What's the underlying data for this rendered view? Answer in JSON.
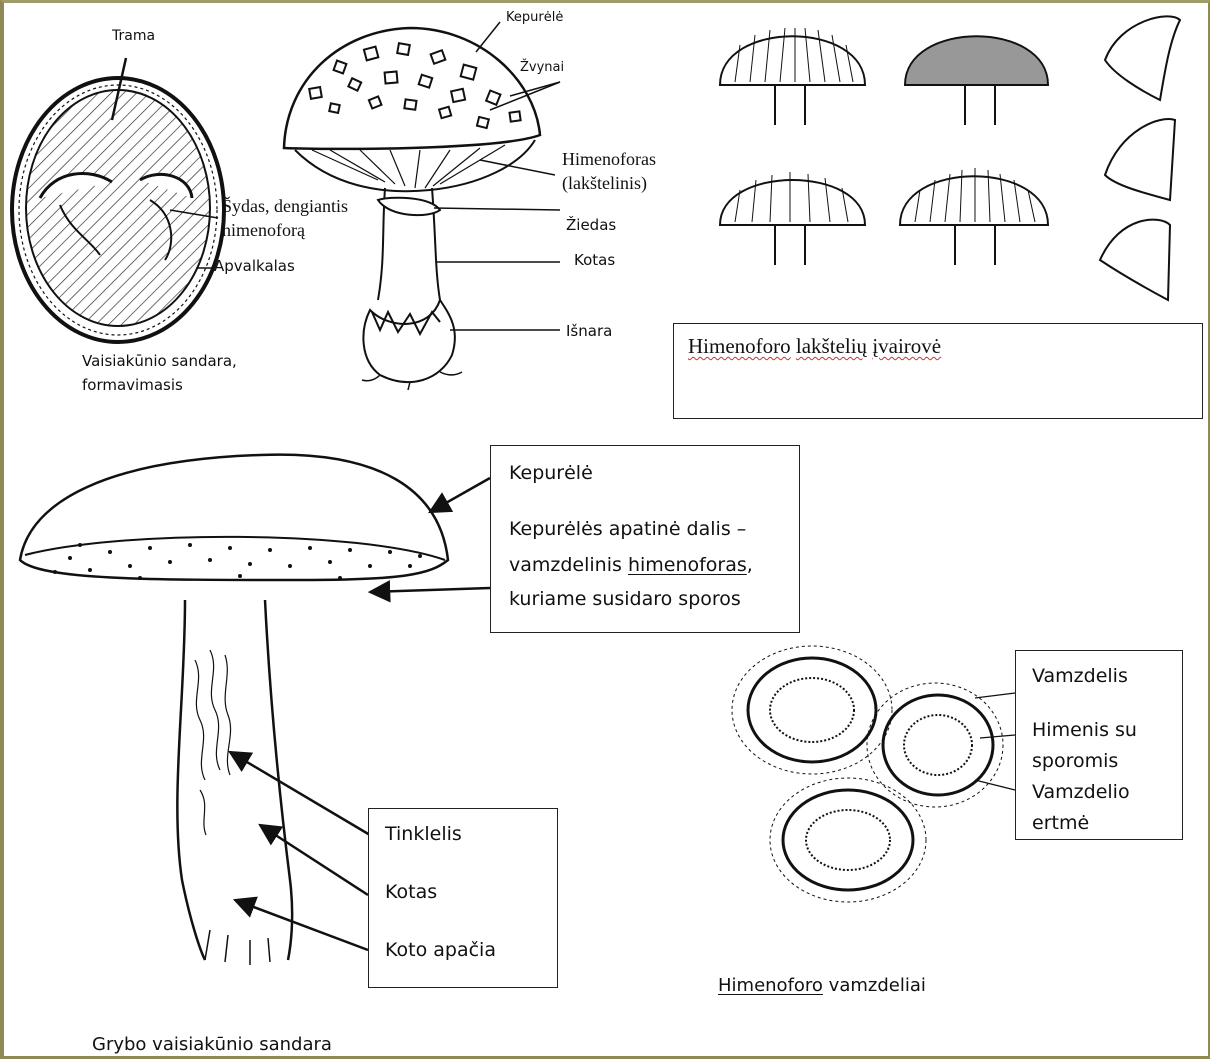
{
  "labels": {
    "trama": "Trama",
    "sydas_line1": "Šydas, dengiantis",
    "sydas_line2": "himenoforą",
    "apvalkalas": "Apvalkalas",
    "vaisiakunio_line1": "Vaisiakūnio sandara,",
    "vaisiakunio_line2": "formavimasis",
    "kepurele_top": "Kepurėlė",
    "zvynai": "Žvynai",
    "himenoforas_line1": "Himenoforas",
    "himenoforas_line2": "(lakštelinis)",
    "ziedas": "Žiedas",
    "kotas_top": "Kotas",
    "isnara": "Išnara",
    "lakst_title_a": "Himenoforo",
    "lakst_title_b": "lakštelių",
    "lakst_title_c": "įvairovė",
    "bottom_caption": "Grybo vaisiakūnio sandara",
    "vamzd_caption_a": "Himenoforo",
    "vamzd_caption_b": "vamzdeliai"
  },
  "boxes": {
    "cap_box": {
      "line1": "Kepurėlė",
      "line2": "Kepurėlės apatinė dalis –",
      "line3a": "vamzdelinis ",
      "line3b": "himenoforas",
      "line3c": ",",
      "line4": "kuriame susidaro sporos"
    },
    "stem_box": {
      "line1": "Tinklelis",
      "line2": "Kotas",
      "line3": "Koto apačia"
    },
    "tube_box": {
      "line1": "Vamzdelis",
      "line2": "Himenis su",
      "line3": "sporomis",
      "line4": "Vamzdelio",
      "line5": "ertmė"
    }
  },
  "colors": {
    "frame": "#8f8a55",
    "ink": "#111111",
    "spellcheck": "#c0392b"
  }
}
